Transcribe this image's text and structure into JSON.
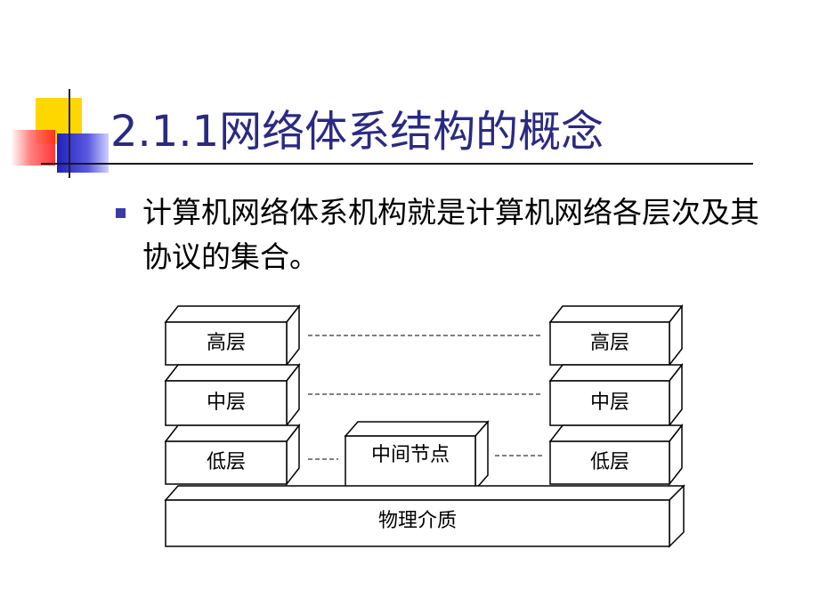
{
  "slide": {
    "title": "2.1.1网络体系结构的概念",
    "bullet": "计算机网络体系机构就是计算机网络各层次及其协议的集合。"
  },
  "diagram": {
    "left_stack": [
      "高层",
      "中层",
      "低层"
    ],
    "right_stack": [
      "高层",
      "中层",
      "低层"
    ],
    "middle_node": "中间节点",
    "medium": "物理介质"
  },
  "colors": {
    "title": "#2a2a84",
    "bullet": "#3a3aa8",
    "deco_yellow": "#ffd700",
    "deco_red": "#ff3030",
    "deco_blue": "#2828c8"
  }
}
